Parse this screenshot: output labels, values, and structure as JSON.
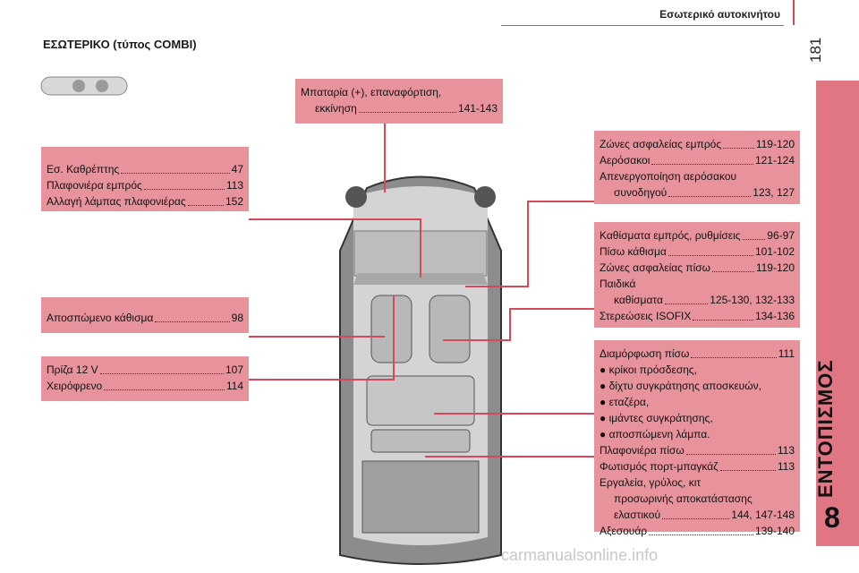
{
  "header": {
    "section": "Εσωτερικό αυτοκινήτου",
    "page_number": "181"
  },
  "title": "ΕΣΩΤΕΡΙΚΟ (τύπος COMBI)",
  "sidebar": {
    "chapter_title": "ΕΝΤΟΠΙΣΜΟΣ",
    "chapter_number": "8"
  },
  "watermark": "carmanualsonline.info",
  "colors": {
    "box": "#e8939c",
    "sidebar": "#e07684",
    "leader": "#d9485a"
  },
  "boxes": {
    "battery": [
      {
        "text": "Μπαταρία (+), επαναφόρτιση,",
        "indent": false,
        "page": ""
      },
      {
        "text": "εκκίνηση",
        "indent": true,
        "page": "141-143"
      }
    ],
    "mirror": [
      {
        "text": "Εσ. Καθρέπτης",
        "page": "47"
      },
      {
        "text": "Πλαφονιέρα εμπρός",
        "page": "113"
      },
      {
        "text": "Αλλαγή λάμπας πλαφονιέρας",
        "page": "152"
      }
    ],
    "removable_seat": [
      {
        "text": "Αποσπώμενο κάθισμα",
        "page": "98"
      }
    ],
    "socket": [
      {
        "text": "Πρίζα 12 V",
        "page": "107"
      },
      {
        "text": "Χειρόφρενο",
        "page": "114"
      }
    ],
    "airbags": [
      {
        "text": "Ζώνες ασφαλείας εμπρός",
        "indent": false,
        "page": "119-120"
      },
      {
        "text": "Αερόσακοι",
        "indent": false,
        "page": "121-124"
      },
      {
        "text": "Απενεργοποίηση αερόσακου",
        "indent": false,
        "page": ""
      },
      {
        "text": "συνοδηγού",
        "indent": true,
        "page": "123, 127"
      }
    ],
    "seats": [
      {
        "text": "Καθίσματα εμπρός, ρυθμίσεις",
        "indent": false,
        "page": "96-97"
      },
      {
        "text": "Πίσω κάθισμα",
        "indent": false,
        "page": "101-102"
      },
      {
        "text": "Ζώνες ασφαλείας πίσω",
        "indent": false,
        "page": "119-120"
      },
      {
        "text": "Παιδικά",
        "indent": false,
        "page": ""
      },
      {
        "text": "καθίσματα",
        "indent": true,
        "page": "125-130, 132-133"
      },
      {
        "text": "Στερεώσεις ISOFIX",
        "indent": false,
        "page": "134-136"
      }
    ],
    "rear": [
      {
        "text": "Διαμόρφωση πίσω",
        "indent": false,
        "page": "111"
      },
      {
        "text": "● κρίκοι πρόσδεσης,",
        "indent": false,
        "page": ""
      },
      {
        "text": "● δίχτυ συγκράτησης αποσκευών,",
        "indent": false,
        "page": ""
      },
      {
        "text": "● εταζέρα,",
        "indent": false,
        "page": ""
      },
      {
        "text": "● ιμάντες συγκράτησης,",
        "indent": false,
        "page": ""
      },
      {
        "text": "● αποσπώμενη λάμπα.",
        "indent": false,
        "page": ""
      },
      {
        "text": "Πλαφονιέρα πίσω",
        "indent": false,
        "page": "113"
      },
      {
        "text": "Φωτισμός πορτ-μπαγκάζ",
        "indent": false,
        "page": "113"
      },
      {
        "text": "Εργαλεία, γρύλος, κιτ",
        "indent": false,
        "page": ""
      },
      {
        "text": "προσωρινής αποκατάστασης",
        "indent": true,
        "page": ""
      },
      {
        "text": "ελαστικού",
        "indent": true,
        "page": "144, 147-148"
      },
      {
        "text": "Αξεσουάρ",
        "indent": false,
        "page": "139-140"
      }
    ]
  }
}
